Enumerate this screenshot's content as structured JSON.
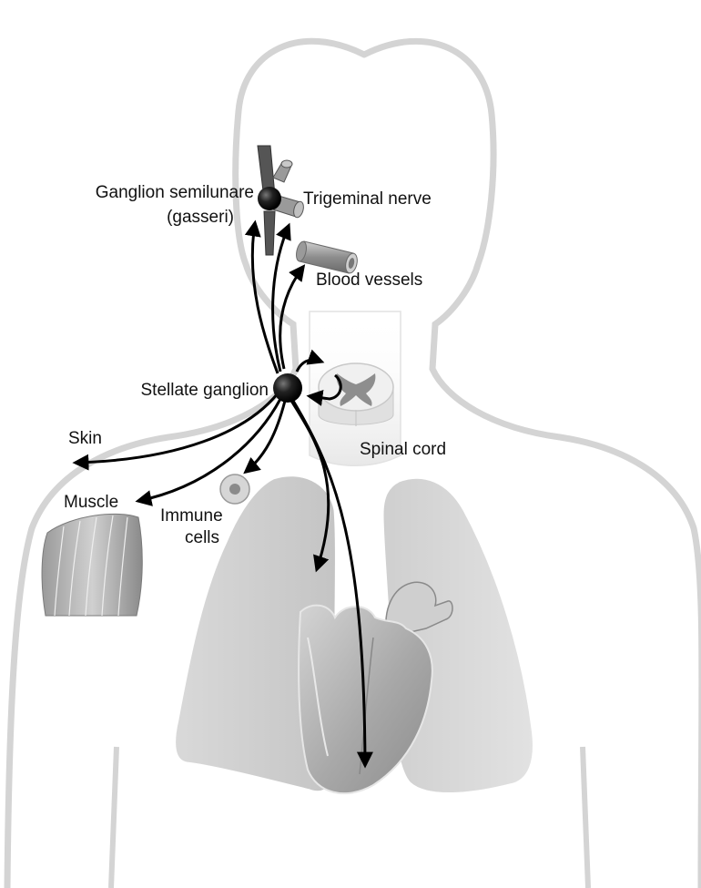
{
  "labels": {
    "ganglion_semilunare": "Ganglion semilunare",
    "gasseri": "(gasseri)",
    "trigeminal_nerve": "Trigeminal nerve",
    "blood_vessels": "Blood vessels",
    "stellate_ganglion": "Stellate ganglion",
    "spinal_cord": "Spinal cord",
    "skin": "Skin",
    "muscle": "Muscle",
    "immune": "Immune",
    "cells": "cells"
  },
  "colors": {
    "outline": "#d4d4d4",
    "arrow": "#000000",
    "lung": "#d6d6d6",
    "heart": "#b0b0b0",
    "node": "#111111"
  }
}
